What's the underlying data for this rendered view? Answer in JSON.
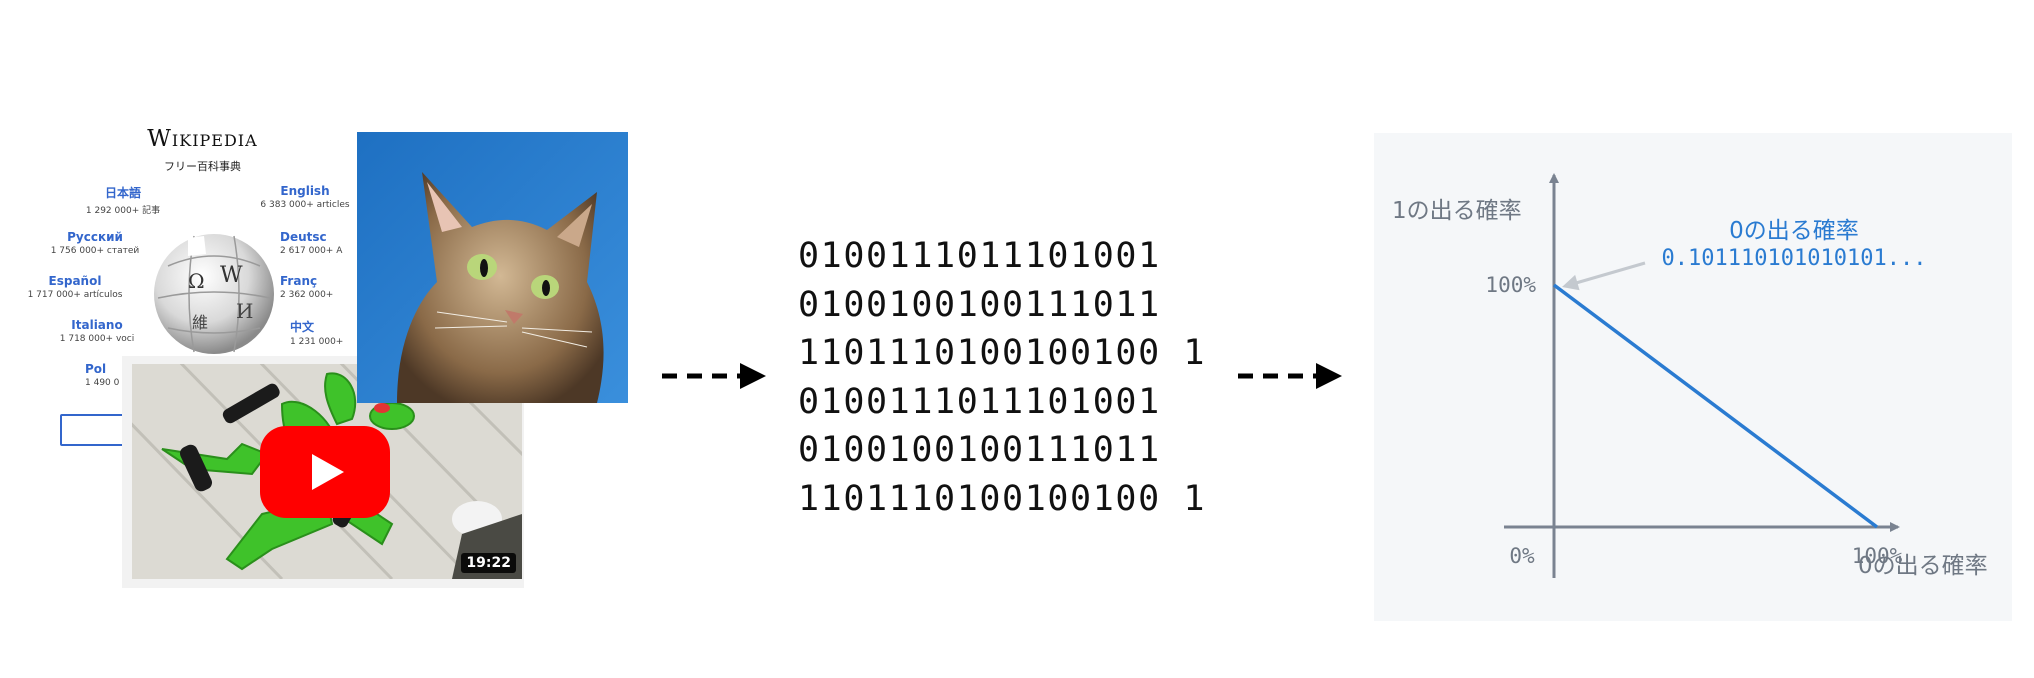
{
  "wikipedia": {
    "title": "Wikipedia",
    "subtitle": "フリー百科事典",
    "languages": [
      {
        "name": "日本語",
        "count": "1 292 000+ 記事"
      },
      {
        "name": "English",
        "count": "6 383 000+ articles"
      },
      {
        "name": "Русский",
        "count": "1 756 000+ статей"
      },
      {
        "name": "Deutsc",
        "count": "2 617 000+ A"
      },
      {
        "name": "Español",
        "count": "1 717 000+ artículos"
      },
      {
        "name": "Franç",
        "count": "2 362 000+"
      },
      {
        "name": "Italiano",
        "count": "1 718 000+ voci"
      },
      {
        "name": "中文",
        "count": "1 231 000+"
      },
      {
        "name": "Pol",
        "count": "1 490 0"
      }
    ],
    "globe_glyphs": [
      "Ω",
      "W",
      "И",
      "維"
    ]
  },
  "video": {
    "duration": "19:22",
    "play_icon": "youtube-play-icon"
  },
  "binary": {
    "rows": [
      "0100111011101001",
      "0100100100111011",
      "1101110100100100 1",
      "0100111011101001",
      "0100100100111011",
      "1101110100100100 1"
    ]
  },
  "chart_data": {
    "type": "line",
    "y_axis_label": "1の出る確率",
    "x_axis_label": "0の出る確率",
    "y_ticks": [
      "100%"
    ],
    "x_ticks": [
      "0%",
      "100%"
    ],
    "series": [
      {
        "x": [
          0,
          100
        ],
        "y": [
          100,
          0
        ]
      }
    ],
    "xlim": [
      0,
      100
    ],
    "ylim": [
      0,
      100
    ],
    "annotation": {
      "title": "0の出る確率",
      "value": "0.101110101010101...",
      "points_to": {
        "x": 0,
        "y": 100
      }
    },
    "colors": {
      "line": "#2a7bd1",
      "axis": "#7a8391",
      "annotation": "#2a7bd1",
      "pointer": "#c4c9cf"
    }
  }
}
